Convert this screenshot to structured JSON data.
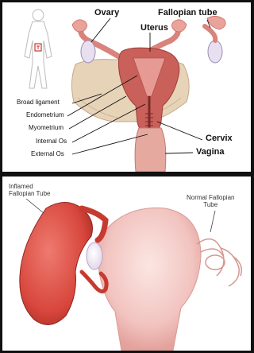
{
  "top_diagram": {
    "labels": {
      "ovary": "Ovary",
      "fallopian_tube": "Fallopian tube",
      "uterus": "Uterus",
      "broad_ligament": "Broad ligament",
      "endometrium": "Endometrium",
      "myometrium": "Myometrium",
      "internal_os": "Internal Os",
      "cervix": "Cervix",
      "external_os": "External Os",
      "vagina": "Vagina"
    }
  },
  "bottom_diagram": {
    "labels": {
      "inflamed_line1": "Inflamed",
      "inflamed_line2": "Fallopian Tube",
      "normal_line1": "Normal Fallopian",
      "normal_line2": "Tube"
    }
  },
  "colors": {
    "frame": "#111111",
    "uterus": "#c9605a",
    "ligament": "#e6d3b8",
    "tissue_pink": "#f2c4c0",
    "ovary": "#e8dff0",
    "inflamed": "#d8473d"
  }
}
